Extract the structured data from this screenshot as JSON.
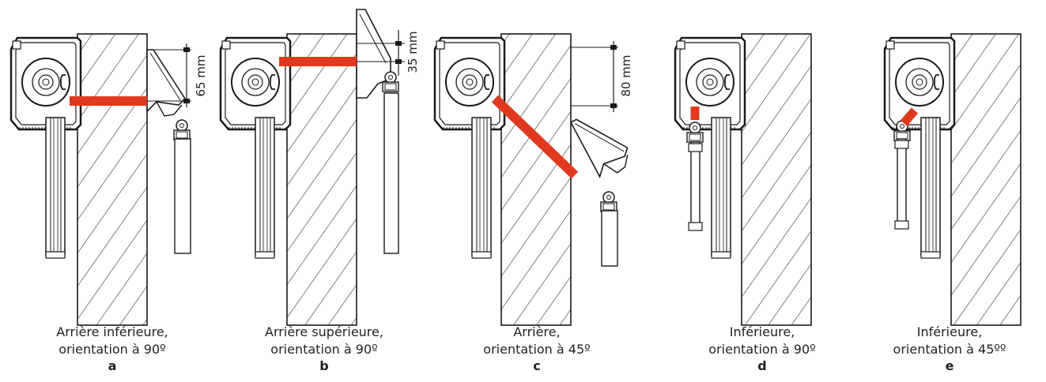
{
  "panels": [
    {
      "caption_line1": "Arrière inférieure,",
      "caption_line2": "orientation à 90º",
      "letter": "a",
      "dimension": "65 mm"
    },
    {
      "caption_line1": "Arrière supérieure,",
      "caption_line2": "orientation à 90º",
      "letter": "b",
      "dimension": "35 mm"
    },
    {
      "caption_line1": "Arrière,",
      "caption_line2": "orientation à 45º",
      "letter": "c",
      "dimension": "80 mm"
    },
    {
      "caption_line1": "Inférieure,",
      "caption_line2": "orientation à 90º",
      "letter": "d",
      "dimension": ""
    },
    {
      "caption_line1": "Inférieure,",
      "caption_line2": "orientation à 45ºº",
      "letter": "e",
      "dimension": ""
    }
  ],
  "colors": {
    "highlight": "#e0391f",
    "line": "#1a1a1a"
  }
}
